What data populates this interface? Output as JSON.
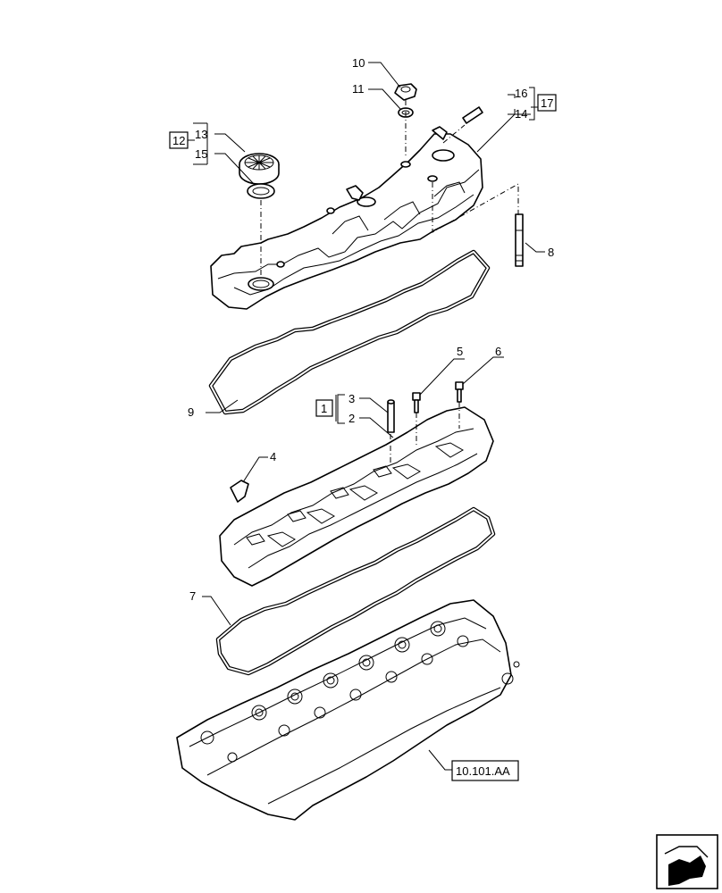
{
  "callouts": {
    "c1": "1",
    "c2": "2",
    "c3": "3",
    "c4": "4",
    "c5": "5",
    "c6": "6",
    "c7": "7",
    "c8": "8",
    "c9": "9",
    "c10": "10",
    "c11": "11",
    "c12": "12",
    "c13": "13",
    "c14": "14",
    "c15": "15",
    "c16": "16",
    "c17": "17"
  },
  "reference": "10.101.AA",
  "nav_icon": "next-page-arrow-icon"
}
